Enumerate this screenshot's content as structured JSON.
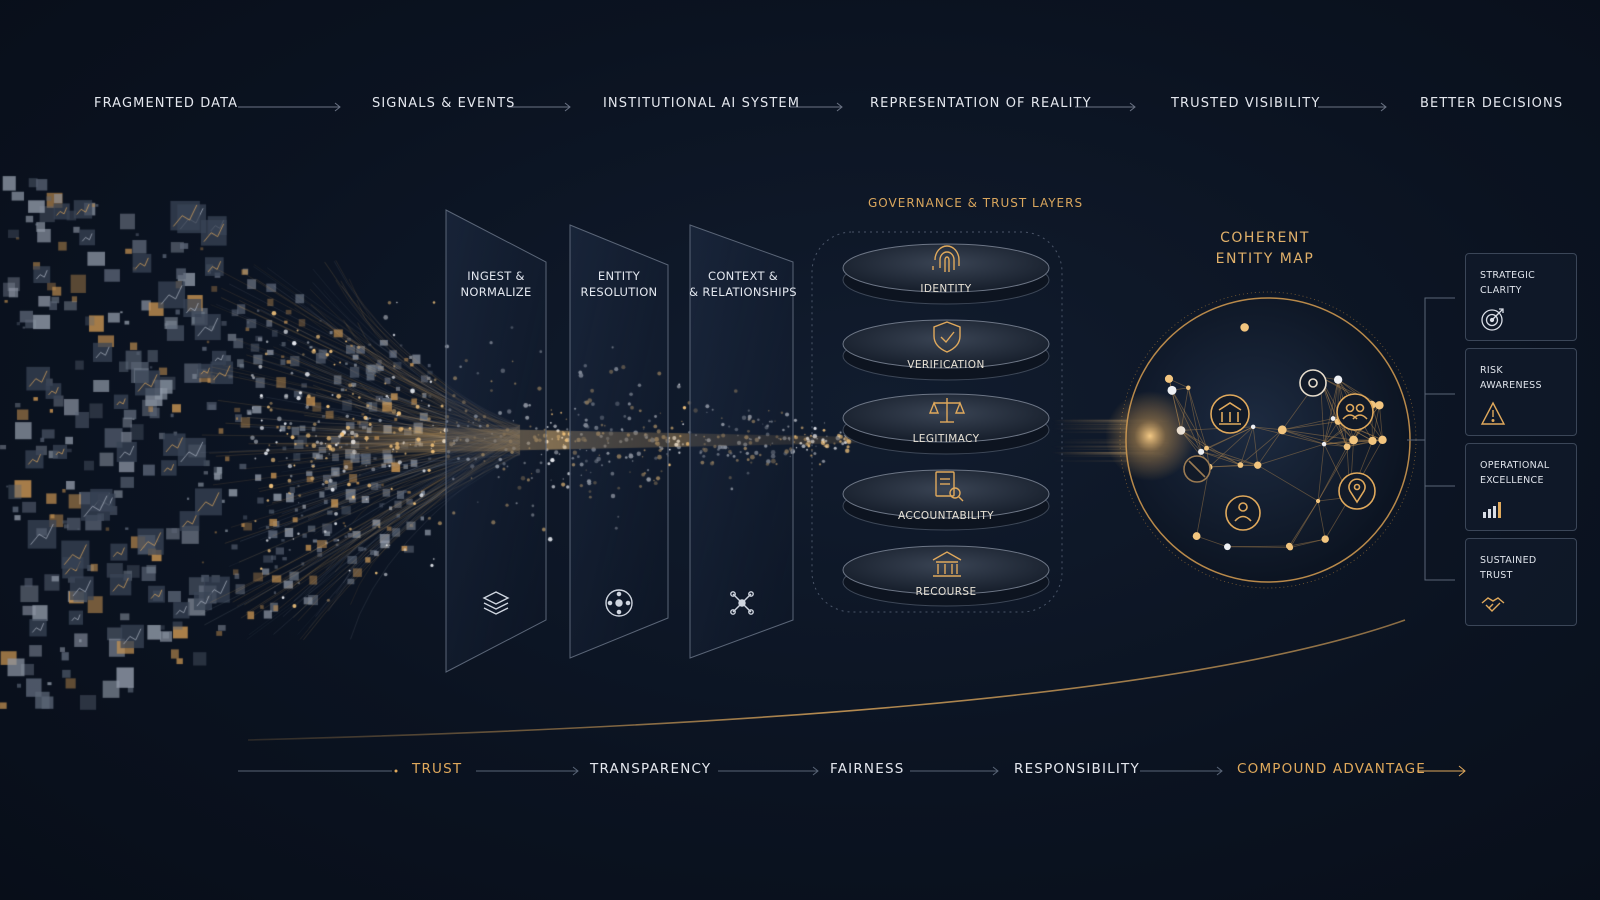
{
  "flow_steps": [
    {
      "label": "FRAGMENTED DATA"
    },
    {
      "label": "SIGNALS & EVENTS"
    },
    {
      "label": "INSTITUTIONAL AI SYSTEM"
    },
    {
      "label": "REPRESENTATION OF REALITY"
    },
    {
      "label": "TRUSTED VISIBILITY"
    },
    {
      "label": "BETTER DECISIONS"
    }
  ],
  "panels": [
    {
      "label_line1": "INGEST &",
      "label_line2": "NORMALIZE",
      "icon": "layers-icon"
    },
    {
      "label_line1": "ENTITY",
      "label_line2": "RESOLUTION",
      "icon": "hub-icon"
    },
    {
      "label_line1": "CONTEXT &",
      "label_line2": "& RELATIONSHIPS",
      "icon": "network-icon"
    }
  ],
  "governance": {
    "title": "GOVERNANCE & TRUST LAYERS",
    "layers": [
      {
        "label": "IDENTITY",
        "icon": "fingerprint-icon"
      },
      {
        "label": "VERIFICATION",
        "icon": "shield-check-icon"
      },
      {
        "label": "LEGITIMACY",
        "icon": "scales-icon"
      },
      {
        "label": "ACCOUNTABILITY",
        "icon": "document-search-icon"
      },
      {
        "label": "RECOURSE",
        "icon": "institution-icon"
      }
    ]
  },
  "entity_map": {
    "title_line1": "COHERENT",
    "title_line2": "ENTITY MAP"
  },
  "outcomes": [
    {
      "label_line1": "STRATEGIC",
      "label_line2": "CLARITY",
      "icon": "target-icon"
    },
    {
      "label_line1": "RISK",
      "label_line2": "AWARENESS",
      "icon": "warning-icon"
    },
    {
      "label_line1": "OPERATIONAL",
      "label_line2": "EXCELLENCE",
      "icon": "bar-chart-icon"
    },
    {
      "label_line1": "SUSTAINED",
      "label_line2": "TRUST",
      "icon": "handshake-icon"
    }
  ],
  "values": [
    {
      "label": "TRUST",
      "accent": "gold"
    },
    {
      "label": "TRANSPARENCY",
      "accent": "white"
    },
    {
      "label": "FAIRNESS",
      "accent": "white"
    },
    {
      "label": "RESPONSIBILITY",
      "accent": "white"
    },
    {
      "label": "COMPOUND ADVANTAGE",
      "accent": "gold"
    }
  ],
  "colors": {
    "background": "#0b1220",
    "gold": "#e0a95c",
    "text": "#e4e7ee",
    "line": "#3b4658"
  }
}
